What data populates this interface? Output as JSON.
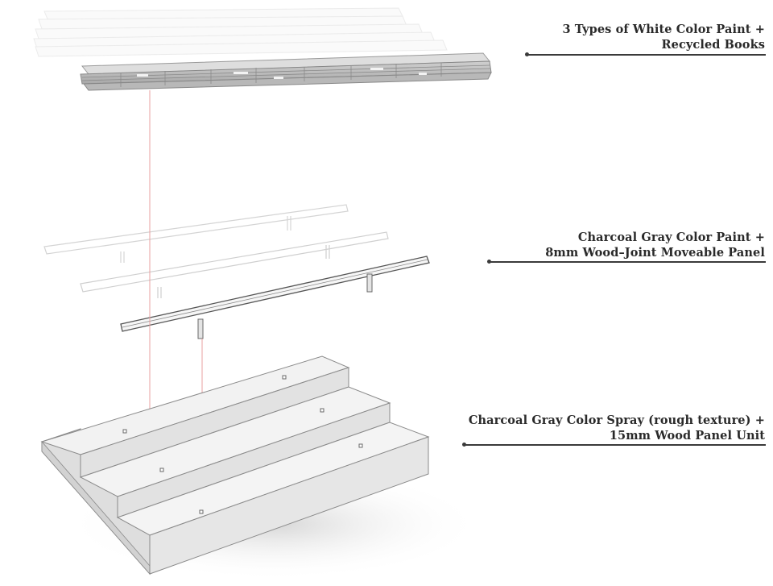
{
  "annotations": [
    {
      "id": "books-layer",
      "lines": [
        "3 Types of White Color Paint +",
        "Recycled Books"
      ]
    },
    {
      "id": "panel-layer",
      "lines": [
        "Charcoal Gray Color Paint +",
        "8mm Wood–Joint Moveable Panel"
      ]
    },
    {
      "id": "stairs-layer",
      "lines": [
        "Charcoal Gray Color Spray (rough texture) +",
        "15mm Wood Panel Unit"
      ]
    }
  ],
  "colors": {
    "line": "#3a3a3a",
    "text": "#2a2a2a",
    "guide": "#e8a0a0",
    "panel_faded": "#d9d9d9",
    "panel_solid": "#555555",
    "stair_fill": "#ededed",
    "stair_edge": "#8a8a8a"
  }
}
